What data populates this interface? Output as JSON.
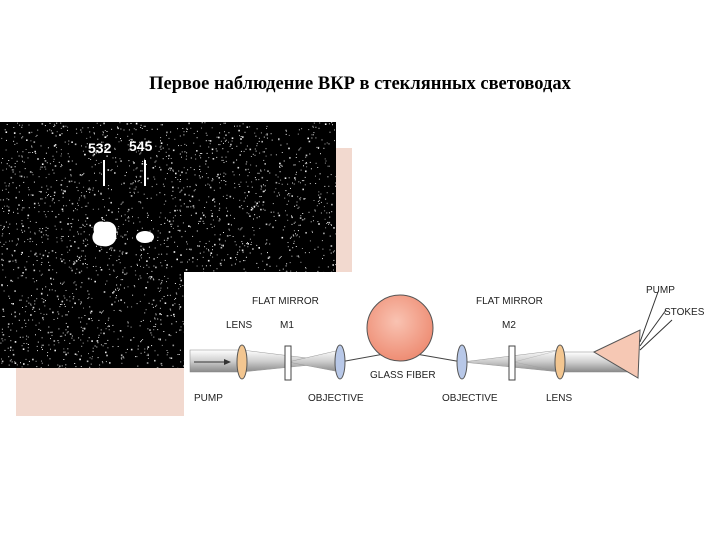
{
  "slide": {
    "title": "Первое наблюдение ВКР в стеклянных световодах"
  },
  "photo": {
    "wavelength_labels": [
      "532",
      "545"
    ]
  },
  "setup": {
    "flat_mirror_left": "FLAT MIRROR",
    "flat_mirror_right": "FLAT MIRROR",
    "lens_left": "LENS",
    "m1": "M1",
    "m2": "M2",
    "glass_fiber": "GLASS FIBER",
    "objective_left": "OBJECTIVE",
    "objective_right": "OBJECTIVE",
    "lens_right": "LENS",
    "pump_in": "PUMP",
    "pump_out": "PUMP",
    "stokes_out": "STOKES"
  },
  "colors": {
    "background": "#ffffff",
    "pink_panel": "#f2d9cf",
    "fiber_coil": "#f3a58e",
    "lens_orange": "#f3c690",
    "lens_blue": "#b8c8e8"
  }
}
